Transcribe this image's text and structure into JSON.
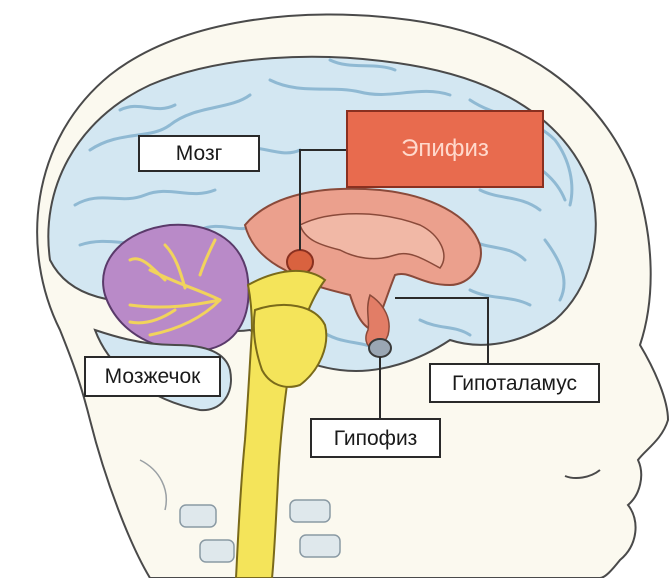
{
  "labels": {
    "brain": "Мозг",
    "epiphysis": "Эпифиз",
    "cerebellum": "Мозжечок",
    "hypothalamus": "Гипоталамус",
    "hypophysis": "Гипофиз"
  },
  "colors": {
    "skin": "#fbf9ef",
    "outline": "#4a4a4a",
    "cortex": "#d3e7f2",
    "cortex_fold": "#8fb9d3",
    "cerebellum": "#b98ac8",
    "cerebellum_branch": "#f1d35c",
    "brainstem": "#f4e45a",
    "thalamus": "#eba08d",
    "epiphysis_box": "#e86b4e",
    "neck_bones": "#dfe8ec"
  },
  "icons": {
    "head": "head-silhouette",
    "brain": "brain-cortex",
    "cerebellum": "cerebellum-tree",
    "brainstem": "spinal-cord"
  }
}
